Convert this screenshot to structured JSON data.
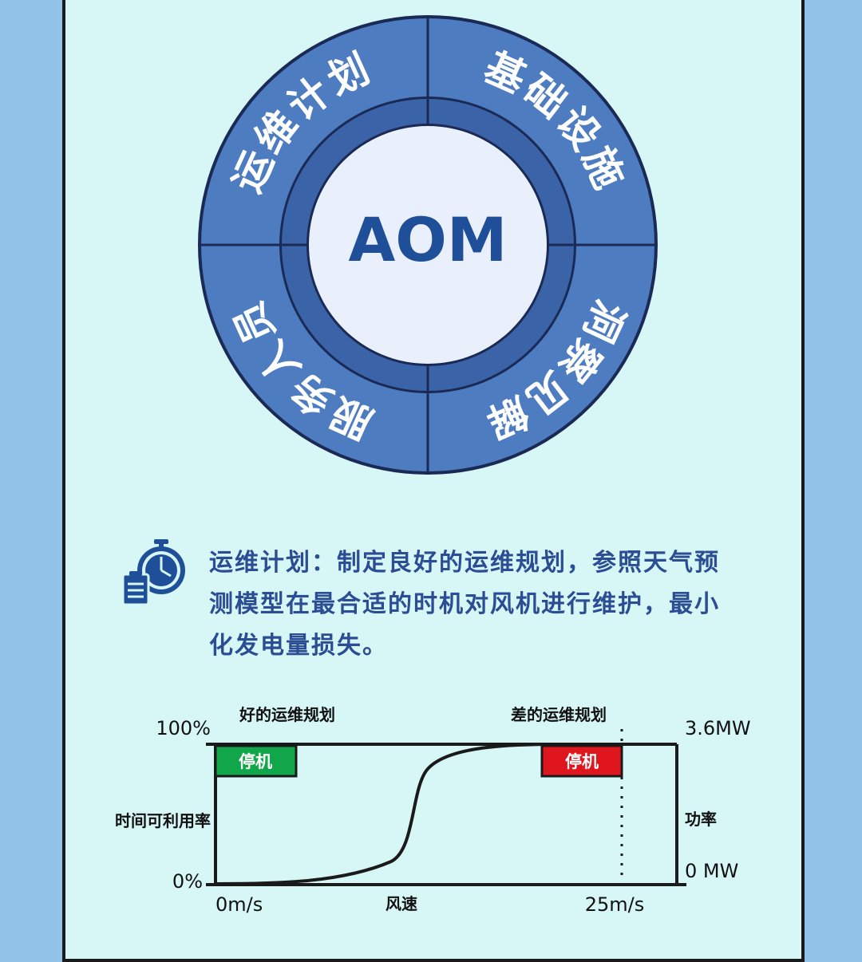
{
  "wheel": {
    "center": "AOM",
    "sectors": [
      "运维计划",
      "基础设施",
      "洞察见解",
      "服务人员"
    ]
  },
  "info": {
    "icon": "stopwatch-clipboard-icon",
    "text": "运维计划：制定良好的运维规划，参照天气预测模型在最合适的时机对风机进行维护，最小化发电量损失。"
  },
  "chart": {
    "good_label": "好的运维规划",
    "bad_label": "差的运维规划",
    "left_axis_title": "时间可利用率",
    "left_top": "100%",
    "left_bottom": "0%",
    "right_axis_title": "功率",
    "right_top": "3.6MW",
    "right_bottom": "0 MW",
    "x_start": "0m/s",
    "x_mid": "风速",
    "x_end": "25m/s",
    "stop_label": "停机",
    "colors": {
      "good": "#12a64a",
      "bad": "#e0161e"
    }
  }
}
